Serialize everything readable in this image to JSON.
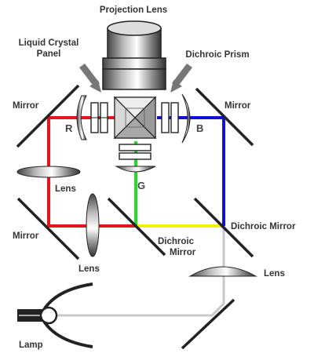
{
  "labels": {
    "projection_lens": "Projection Lens",
    "liquid_crystal_panel_1": "Liquid Crystal",
    "liquid_crystal_panel_2": "Panel",
    "dichroic_prism": "Dichroic Prism",
    "mirror_left_top": "Mirror",
    "mirror_right_top": "Mirror",
    "mirror_left_bottom": "Mirror",
    "r": "R",
    "b": "B",
    "g": "G",
    "lens_left": "Lens",
    "lens_lower_left": "Lens",
    "lens_right": "Lens",
    "dichroic_mirror_right": "Dichroic Mirror",
    "dichroic_mirror_center_1": "Dichroic",
    "dichroic_mirror_center_2": "Mirror",
    "lamp": "Lamp"
  },
  "colors": {
    "red": "#e8141b",
    "blue": "#1010d8",
    "green": "#22dd22",
    "yellow": "#f0f000",
    "white_light": "#c8c8c8",
    "outline": "#222222"
  }
}
